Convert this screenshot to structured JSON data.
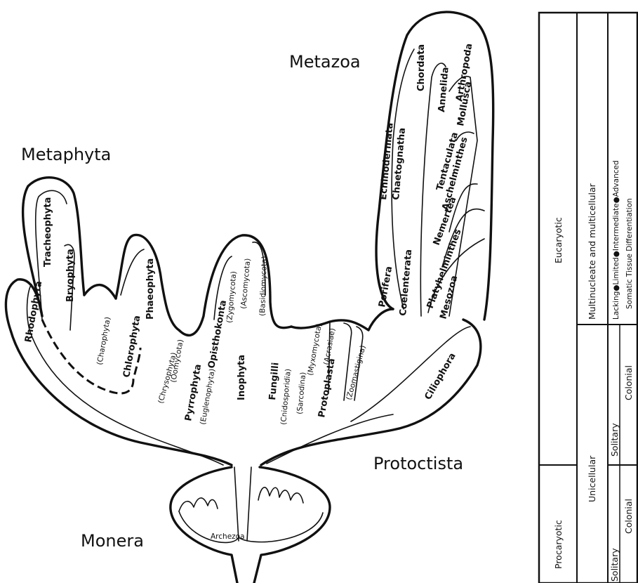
{
  "kingdoms": {
    "metazoa": "Metazoa",
    "metaphyta": "Metaphyta",
    "protoctista": "Protoctista",
    "monera": "Monera"
  },
  "taxa": {
    "archezoa": "Archezoa",
    "tracheophyta": "Tracheophyta",
    "bryophyta": "Bryophyta",
    "rhodophyta": "Rhodophyta",
    "charophyta": "(Charophyta)",
    "chlorophyta": "Chlorophyta",
    "chrysophyta": "(Chrysophyta)",
    "phaeophyta": "Phaeophyta",
    "oomycota": "(Oomycota)",
    "pyrrophyta": "Pyrrophyta",
    "euglenophyta": "(Euglenophyta)",
    "opisthokonta": "Opisthokonta",
    "zygomycota": "(Zygomycota)",
    "ascomycota": "(Ascomycota)",
    "basidiomycota": "(Basidiomycota)",
    "inophyta": "Inophyta",
    "fungilli": "Fungilli",
    "cnidosporidia": "(Cnidosporidia)",
    "sarcodina": "(Sarcodina)",
    "myxomycota": "(Myxomycota)",
    "protoplasta": "Protoplasta",
    "acrasiae": "(Acrasiae)",
    "zoomastigina": "(Zoomastigina)",
    "porifera": "Porifera",
    "coelenterata": "Coelenterata",
    "ciliophora": "Ciliophora",
    "mesozoa": "Mesozoa",
    "platyhelminthes": "Platyhelminthes",
    "nemertea": "Nemertea",
    "aschelminthes": "Aschelminthes",
    "tentaculata": "Tentaculata",
    "echinodermata": "Echinodermata",
    "chaetognatha": "Chaetognatha",
    "chordata": "Chordata",
    "annelida": "Annelida",
    "arthropoda": "Arthropoda",
    "mollusca": "Mollusca"
  },
  "table": {
    "eucaryotic": "Eucaryotic",
    "procaryotic": "Procaryotic",
    "multi": "Multinucleate  and  multicellular",
    "unicellular": "Unicellular",
    "solitary": "Solitary",
    "colonial": "Colonial",
    "tissue1": "Lacking●Limited●Intermediate●Advanced",
    "tissue2": "Somatic  Tissue  Differentiation"
  }
}
